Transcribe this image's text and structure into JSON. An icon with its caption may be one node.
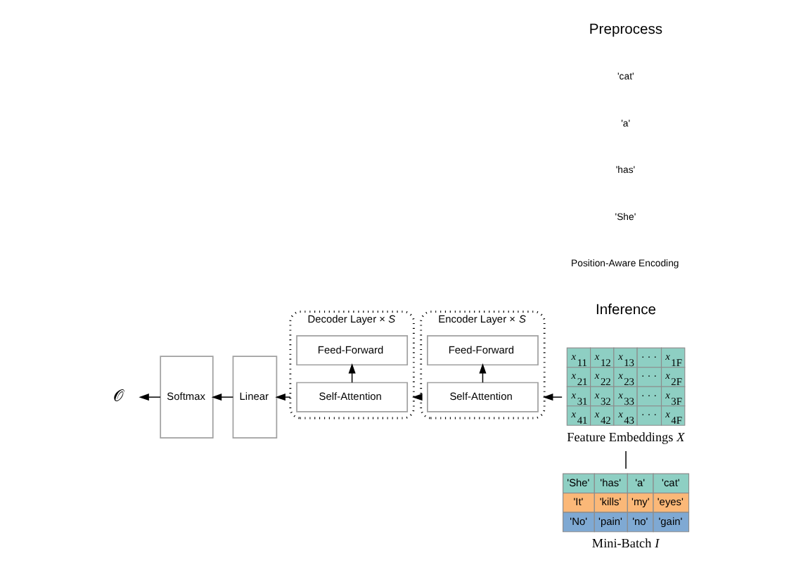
{
  "diagram": {
    "nodes": [
      {
        "text": [
          "Decoder Layer ×*S*"
        ]
      },
      {
        "text": [
          "Feed-Forward"
        ],
        "in": 0
      },
      {
        "text": [
          "Self-Attention"
        ],
        "in": 0
      },
      {
        "text": [
          "Encoder Layer ×*S*"
        ]
      },
      {
        "text": [
          "Feed-Forward"
        ],
        "in": 3
      },
      {
        "text": [
          "Self-Attention"
        ],
        "in": 3
      },
      {
        "text": [
          "Linear"
        ]
      },
      {
        "text": [
          "Softmax"
        ]
      },
      {
        "text": [
          "𝒪"
        ]
      },
      {
        "text": [
          "'She'",
          "'has'",
          "'a'",
          "'cat'",
          "'It'",
          "'kills'",
          "'my'",
          "'eyes'",
          "'No'",
          "'pain'",
          "'no'",
          "'gain'"
        ],
        "beside": [
          "Mini-Batch *I*"
        ]
      },
      {
        "text": [
          "*x*$_{11}$",
          "*x*$_{12}$",
          "*x*$_{13}$",
          "· · ·",
          "*x*$_{1F}$",
          "*x*$_{21}$",
          "*x*$_{22}$",
          "*x*$_{23}$",
          "· · ·",
          "*x*$_{2F}$",
          "*x*$_{31}$",
          "*x*$_{32}$",
          "*x*$_{33}$",
          "· · ·",
          "*x*$_{3F}$",
          "*x*$_{41}$",
          "*x*$_{42}$",
          "*x*$_{43}$",
          "· · ·",
          "*x*$_{4F}$"
        ],
        "beside": [
          "Feature Embeddings *X*"
        ]
      }
    ],
    "edges": [
      {
        "from": 2,
        "to": 1,
        "arrow": "to"
      },
      {
        "from": 5,
        "to": 4,
        "arrow": "to"
      },
      {
        "from": 3,
        "to": 0,
        "arrow": "to"
      },
      {
        "from": 0,
        "to": 6,
        "arrow": "to"
      },
      {
        "from": 6,
        "to": 7,
        "arrow": "to"
      },
      {
        "from": 7,
        "to": 8,
        "arrow": "to"
      },
      {
        "from": 10,
        "to": 3,
        "arrow": "to"
      },
      {
        "from": 9,
        "to": 10,
        "arrow": "none"
      }
    ],
    "labels": [
      "Inference",
      "Position-Aware Encoding",
      "'She'",
      "'has'",
      "'a'",
      "'cat'",
      "Preprocess"
    ]
  }
}
